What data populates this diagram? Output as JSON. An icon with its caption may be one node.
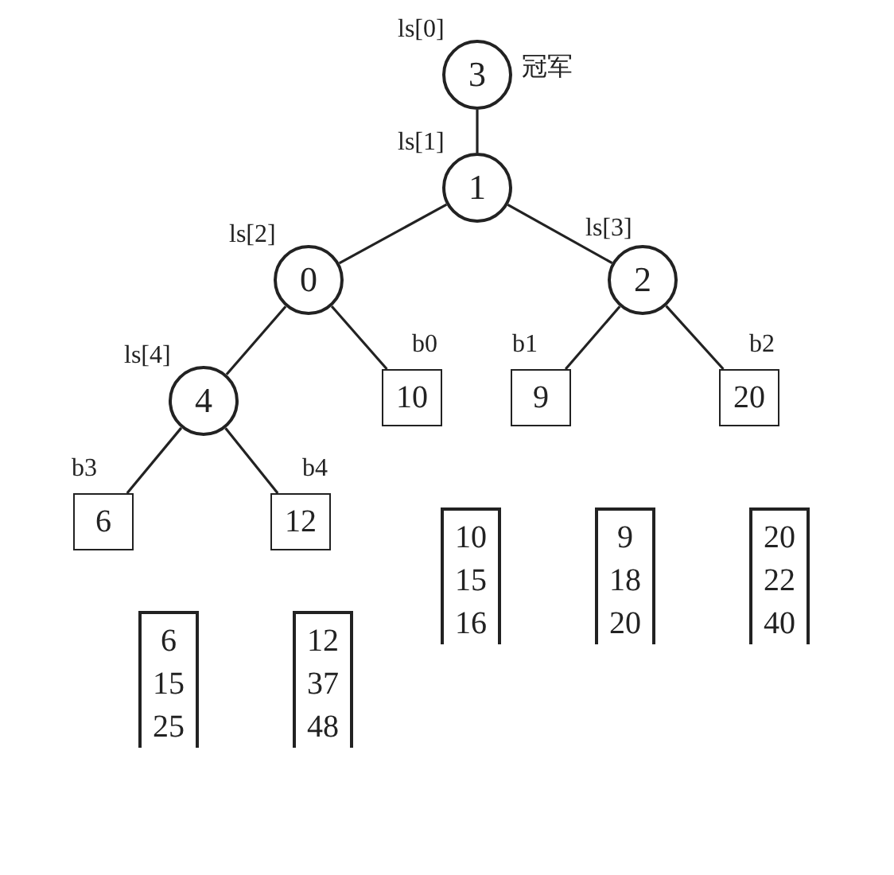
{
  "diagram": {
    "nodes": [
      {
        "text": [
          "3"
        ],
        "beside": [
          "ls[0]",
          "冠军"
        ]
      },
      {
        "text": [
          "1"
        ],
        "beside": [
          "ls[1]"
        ]
      },
      {
        "text": [
          "0"
        ],
        "beside": [
          "ls[2]"
        ]
      },
      {
        "text": [
          "2"
        ],
        "beside": [
          "ls[3]"
        ]
      },
      {
        "text": [
          "4"
        ],
        "beside": [
          "ls[4]"
        ]
      },
      {
        "text": [
          "10"
        ],
        "beside": [
          "b0"
        ]
      },
      {
        "text": [
          "9"
        ],
        "beside": [
          "b1"
        ]
      },
      {
        "text": [
          "20"
        ],
        "beside": [
          "b2"
        ]
      },
      {
        "text": [
          "6"
        ],
        "beside": [
          "b3"
        ]
      },
      {
        "text": [
          "12"
        ],
        "beside": [
          "b4"
        ]
      },
      {
        "text": [
          "10",
          "15",
          "16"
        ]
      },
      {
        "text": [
          "9",
          "18",
          "20"
        ]
      },
      {
        "text": [
          "20",
          "22",
          "40"
        ]
      },
      {
        "text": [
          "6",
          "15",
          "25"
        ]
      },
      {
        "text": [
          "12",
          "37",
          "48"
        ]
      }
    ],
    "edges": [
      {
        "from": 0,
        "to": 1,
        "arrow": "none"
      },
      {
        "from": 1,
        "to": 2,
        "arrow": "none"
      },
      {
        "from": 1,
        "to": 3,
        "arrow": "none"
      },
      {
        "from": 2,
        "to": 4,
        "arrow": "none"
      },
      {
        "from": 2,
        "to": 5,
        "arrow": "none"
      },
      {
        "from": 3,
        "to": 6,
        "arrow": "none"
      },
      {
        "from": 3,
        "to": 7,
        "arrow": "none"
      },
      {
        "from": 4,
        "to": 8,
        "arrow": "none"
      },
      {
        "from": 4,
        "to": 9,
        "arrow": "none"
      }
    ]
  }
}
